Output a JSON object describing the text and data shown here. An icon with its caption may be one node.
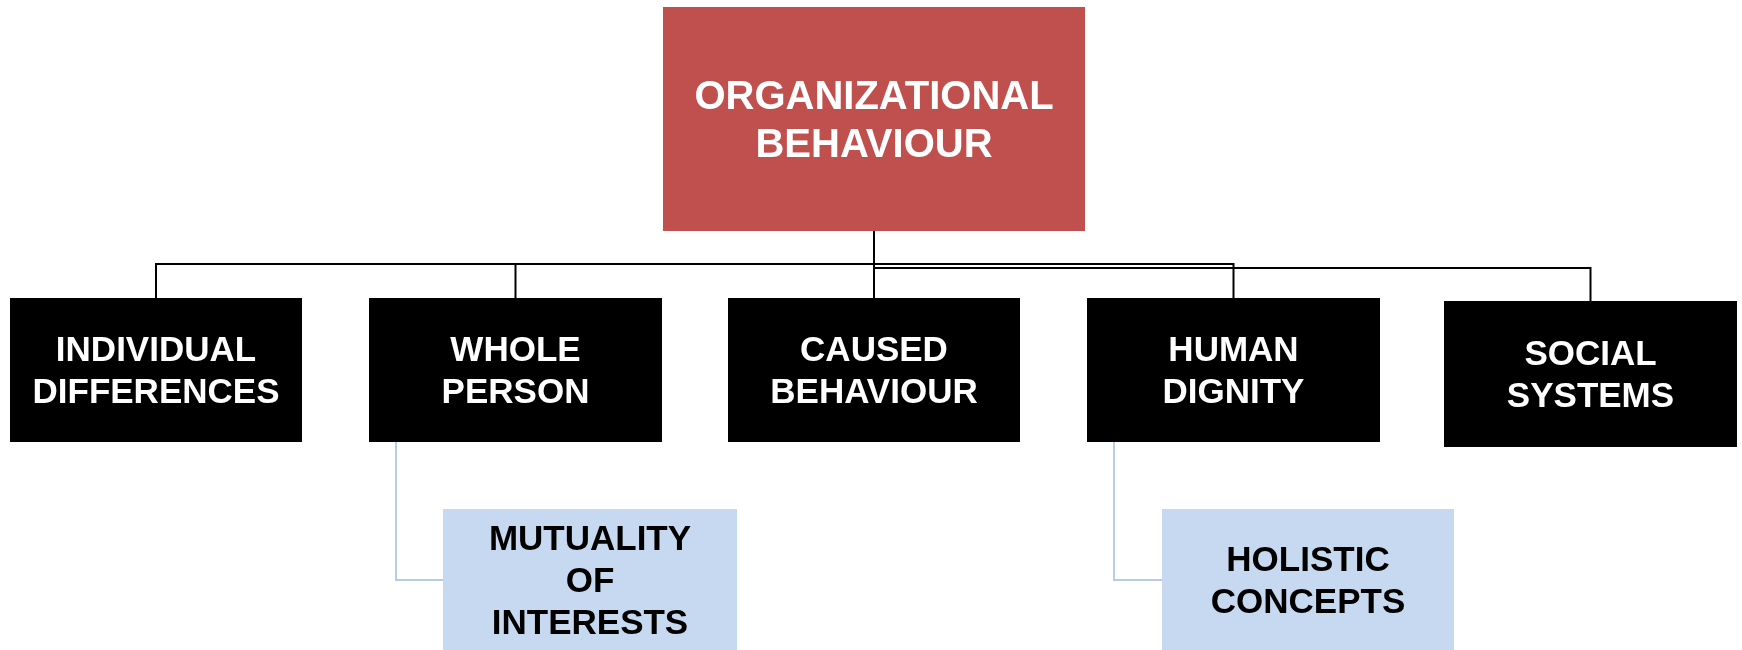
{
  "diagram": {
    "nodes": [
      {
        "text": [
          "ORGANIZATIONAL BEHAVIOUR"
        ]
      },
      {
        "text": [
          "INDIVIDUAL DIFFERENCES"
        ]
      },
      {
        "text": [
          "WHOLE PERSON"
        ]
      },
      {
        "text": [
          "CAUSED BEHAVIOUR"
        ]
      },
      {
        "text": [
          "HUMAN DIGNITY"
        ]
      },
      {
        "text": [
          "SOCIAL SYSTEMS"
        ]
      },
      {
        "text": [
          "MUTUALITY OF INTERESTS"
        ]
      },
      {
        "text": [
          "HOLISTIC CONCEPTS"
        ]
      }
    ],
    "edges": [
      {
        "from": 0,
        "to": 1,
        "arrow": "none"
      },
      {
        "from": 0,
        "to": 2,
        "arrow": "none"
      },
      {
        "from": 0,
        "to": 3,
        "arrow": "none"
      },
      {
        "from": 0,
        "to": 4,
        "arrow": "none"
      },
      {
        "from": 0,
        "to": 5,
        "arrow": "none"
      },
      {
        "from": 2,
        "to": 6,
        "arrow": "none",
        "color": "#b8cce4"
      },
      {
        "from": 4,
        "to": 7,
        "arrow": "none",
        "color": "#b8cce4"
      }
    ]
  }
}
